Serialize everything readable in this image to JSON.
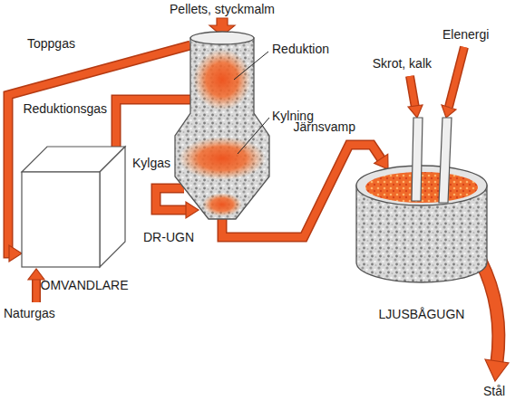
{
  "diagram": {
    "nodes": [
      {
        "text": [
          "OMVANDLARE"
        ]
      },
      {
        "text": [
          "DR-UGN"
        ]
      },
      {
        "text": [
          "LJUSBÅGUGN"
        ]
      }
    ],
    "edges": [
      {
        "from": 1,
        "to": 0,
        "arrow": "to",
        "label": "Toppgas"
      },
      {
        "from": 0,
        "to": 1,
        "arrow": "none",
        "label": "Reduktionsgas"
      },
      {
        "from": 1,
        "to": 2,
        "arrow": "to",
        "label": "Järnsvamp"
      }
    ],
    "labels": [
      "Pellets, styckmalm",
      "Reduktion",
      "Kylning",
      "Kylgas",
      "Skrot, kalk",
      "Elenergi",
      "Naturgas",
      "Stål"
    ]
  }
}
